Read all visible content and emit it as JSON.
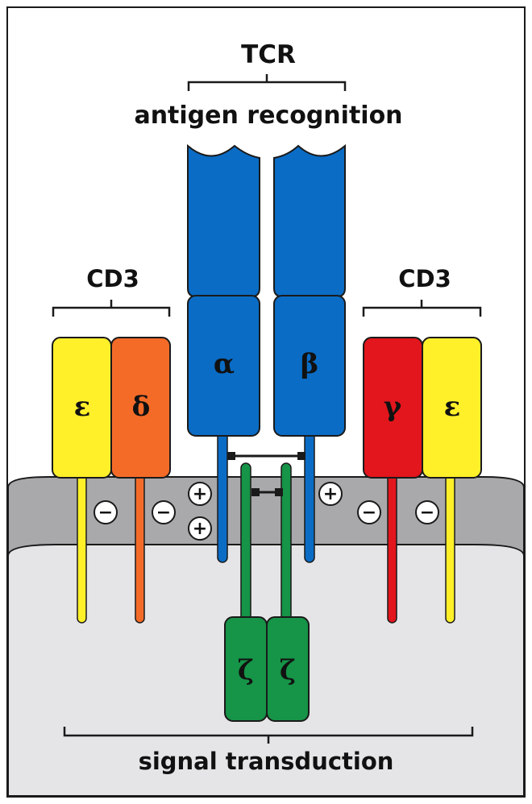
{
  "labels": {
    "tcr": "TCR",
    "antigen_recognition": "antigen recognition",
    "cd3_left": "CD3",
    "cd3_right": "CD3",
    "signal_transduction": "signal transduction"
  },
  "subunits": {
    "alpha": "α",
    "beta": "β",
    "epsilon_left": "ε",
    "delta": "δ",
    "gamma": "γ",
    "epsilon_right": "ε",
    "zeta_left": "ζ",
    "zeta_right": "ζ"
  },
  "charges": {
    "minus": "−",
    "plus": "+"
  },
  "colors": {
    "tcr_blue": "#0A6CC5",
    "zeta_green": "#169447",
    "epsilon_yellow": "#FFF02A",
    "delta_orange": "#F46B28",
    "gamma_red": "#E2161C",
    "membrane_gray": "#A9A9AC",
    "cytoplasm_gray": "#E5E5E7",
    "outline": "#1A1A1A"
  }
}
